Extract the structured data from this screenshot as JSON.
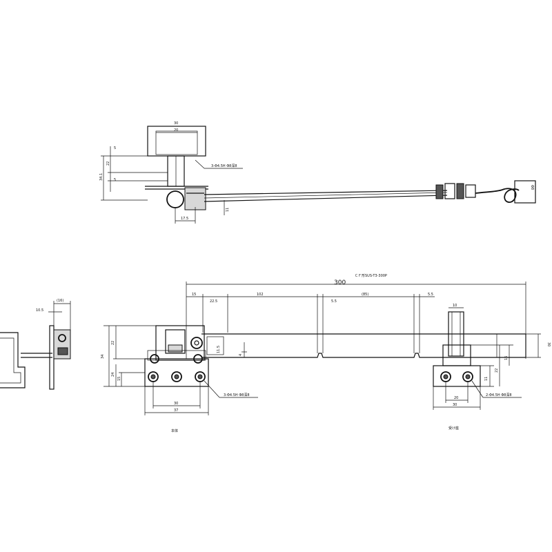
{
  "top_view": {
    "dim_width_outer": "30",
    "dim_width_inner": "20",
    "dim_h1": "5",
    "dim_h2": "22",
    "dim_h3": "34.1",
    "dim_h4": "5",
    "dim_rod_thick": "11",
    "dim_base": "17.5",
    "dim_eye": "Φ8",
    "hole_note": "3-Φ4.5H Φ8深8"
  },
  "side_view": {
    "dim_top": "(16)",
    "dim_sub": "10.5"
  },
  "front_view": {
    "title_note": "ＣＦ形SUS-T3-300P",
    "overall_length": "300",
    "seg_1": "15",
    "seg_2": "22.5",
    "seg_3": "102",
    "seg_4": "5.5",
    "seg_5": "(85)",
    "seg_6": "5.5",
    "left_h_total": "34",
    "left_h_mid": "22",
    "left_h_low": "24",
    "left_h_base": "15",
    "left_small_1": "11.5",
    "left_small_2": "4",
    "left_base_inner": "30",
    "left_base_outer": "37",
    "right_top": "10",
    "right_h1": "11",
    "right_h2": "22",
    "right_h3": "15",
    "right_base_inner": "20",
    "right_base_outer": "30",
    "end_height": "30",
    "hole_note_left": "3-Φ4.5H Φ8深8",
    "hole_note_right": "2-Φ4.5H Φ8深8",
    "label_left": "本体",
    "label_right": "受け座"
  }
}
